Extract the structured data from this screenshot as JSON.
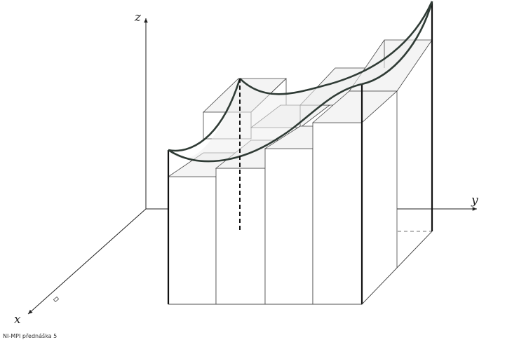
{
  "axes": {
    "x_label": "x",
    "y_label": "y",
    "z_label": "z"
  },
  "footer": {
    "text": "NI-MPI přednáška 5"
  }
}
